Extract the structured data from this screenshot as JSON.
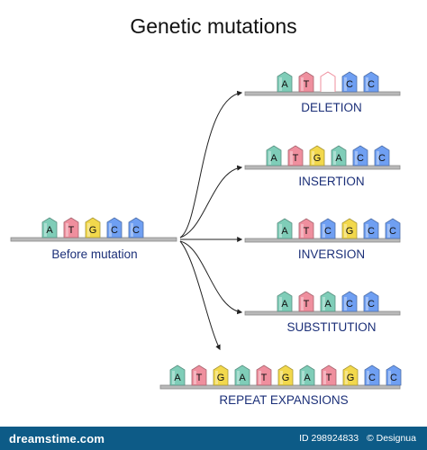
{
  "title": "Genetic mutations",
  "labels": {
    "before": "Before mutation",
    "deletion": "DELETION",
    "insertion": "INSERTION",
    "inversion": "INVERSION",
    "substitution": "SUBSTITUTION",
    "repeat": "REPEAT EXPANSIONS"
  },
  "colors": {
    "A": "#7fcdb8",
    "T": "#ef8f9e",
    "G": "#f2d84c",
    "C": "#6f9ff2",
    "text": "#1b2f78",
    "rail": "#9a9a9a",
    "footer": "#0d5b87"
  },
  "sequences": {
    "before": [
      "A",
      "T",
      "G",
      "C",
      "C"
    ],
    "deletion": [
      "A",
      "T",
      "",
      "C",
      "C"
    ],
    "insertion": [
      "A",
      "T",
      "G",
      "A",
      "C",
      "C"
    ],
    "inversion": [
      "A",
      "T",
      "C",
      "G",
      "C",
      "C"
    ],
    "substitution": [
      "A",
      "T",
      "A",
      "C",
      "C"
    ],
    "repeat": [
      "A",
      "T",
      "G",
      "A",
      "T",
      "G",
      "A",
      "T",
      "G",
      "C",
      "C"
    ]
  },
  "footer": {
    "brand": "dreamstime.com",
    "id_text": "ID 298924833",
    "copyright": "© Designua"
  }
}
